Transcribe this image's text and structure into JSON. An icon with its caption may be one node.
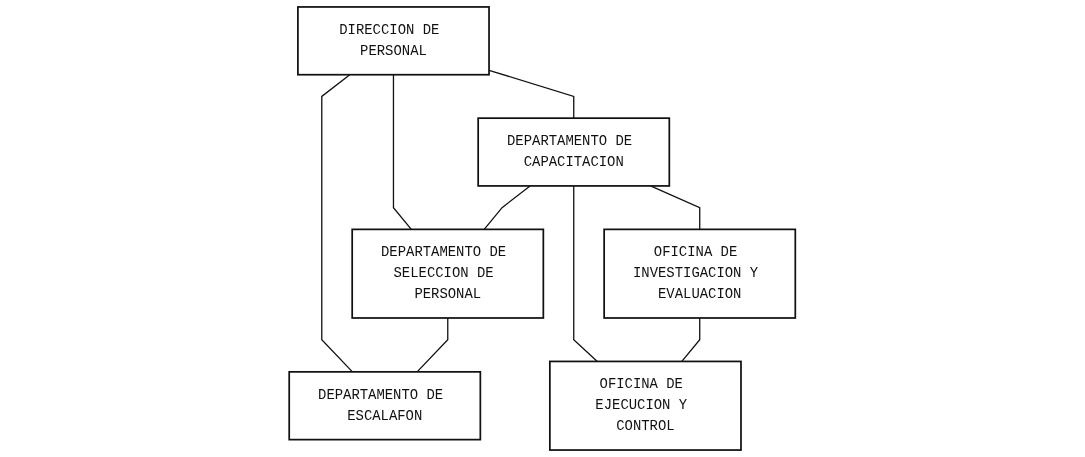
{
  "diagram": {
    "nodes": [
      {
        "text": [
          "DIRECCION DE PERSONAL"
        ]
      },
      {
        "text": [
          "DEPARTAMENTO DE CAPACITACION"
        ]
      },
      {
        "text": [
          "DEPARTAMENTO DE SELECCION DE PERSONAL"
        ]
      },
      {
        "text": [
          "DEPARTAMENTO DE ESCALAFON"
        ]
      },
      {
        "text": [
          "OFICINA DE INVESTIGACION Y EVALUACION"
        ]
      },
      {
        "text": [
          "OFICINA DE EJECUCION Y CONTROL"
        ]
      }
    ],
    "edges": [
      {
        "from": 0,
        "to": 1,
        "arrow": "none"
      },
      {
        "from": 0,
        "to": 2,
        "arrow": "none"
      },
      {
        "from": 0,
        "to": 3,
        "arrow": "none"
      },
      {
        "from": 1,
        "to": 2,
        "arrow": "none"
      },
      {
        "from": 2,
        "to": 3,
        "arrow": "none"
      },
      {
        "from": 1,
        "to": 4,
        "arrow": "none"
      },
      {
        "from": 1,
        "to": 5,
        "arrow": "none"
      },
      {
        "from": 4,
        "to": 5,
        "arrow": "none"
      }
    ]
  }
}
